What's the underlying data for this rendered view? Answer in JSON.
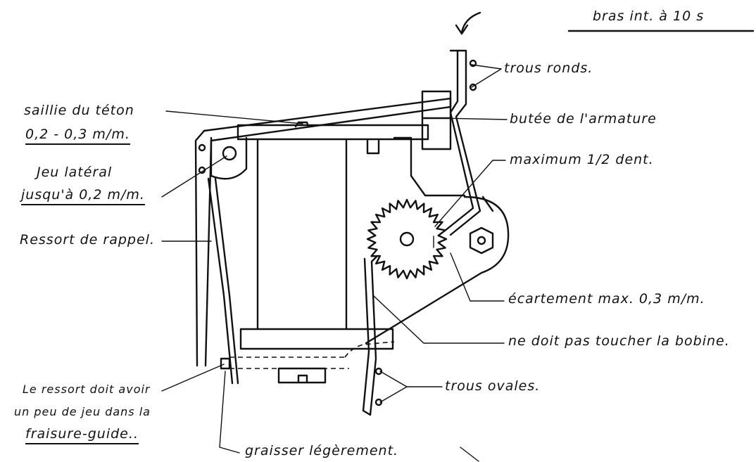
{
  "labels": {
    "top_right": "bras int. à 10 s",
    "trous_ronds": "trous ronds.",
    "saillie": "saillie du téton",
    "saillie_value": "0,2 - 0,3 m/m.",
    "butee": "butée de l'armature",
    "jeu_lateral": "Jeu latéral",
    "jeu_value": "jusqu'à 0,2 m/m.",
    "maximum": "maximum 1/2 dent.",
    "ressort": "Ressort de rappel.",
    "ecartement": "écartement max. 0,3 m/m.",
    "ne_doit": "ne doit pas toucher la bobine.",
    "trous_ovales": "trous ovales.",
    "le_ressort_1": "Le ressort doit avoir",
    "le_ressort_2": "un peu de jeu dans la",
    "le_ressort_3": "fraisure-guide..",
    "graisser": "graisser légèrement."
  }
}
